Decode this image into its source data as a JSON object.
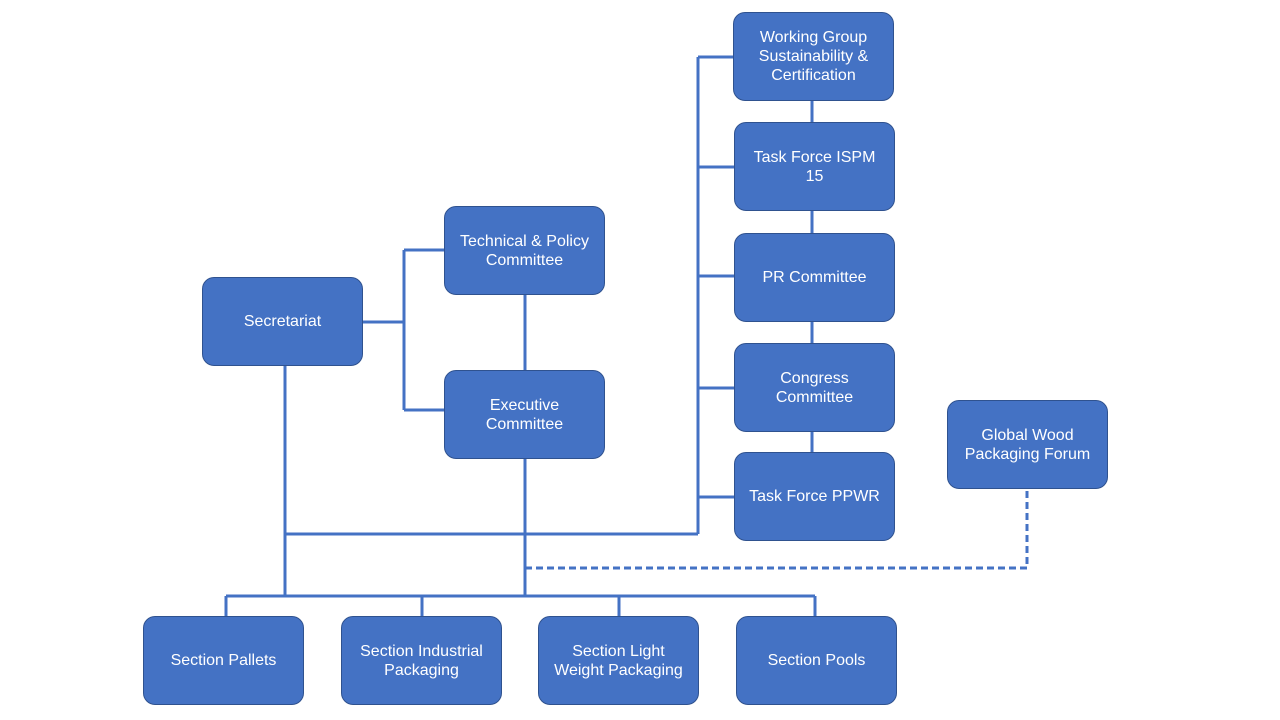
{
  "diagram": {
    "colors": {
      "box_fill": "#4472c4",
      "box_border": "#2f528f",
      "connector": "#4472c4",
      "text": "#ffffff"
    },
    "nodes": {
      "secretariat": "Secretariat",
      "technical_policy": "Technical & Policy Committee",
      "executive": "Executive Committee",
      "working_group": "Working Group Sustainability & Certification",
      "task_force_ispm": "Task Force ISPM 15",
      "pr_committee": "PR Committee",
      "congress_committee": "Congress Committee",
      "task_force_ppwr": "Task Force PPWR",
      "global_forum": "Global Wood Packaging Forum",
      "section_pallets": "Section Pallets",
      "section_industrial": "Section Industrial Packaging",
      "section_light": "Section Light Weight Packaging",
      "section_pools": "Section Pools"
    },
    "lines": {
      "dashed_link": "Executive Committee to Global Wood Packaging Forum"
    }
  }
}
